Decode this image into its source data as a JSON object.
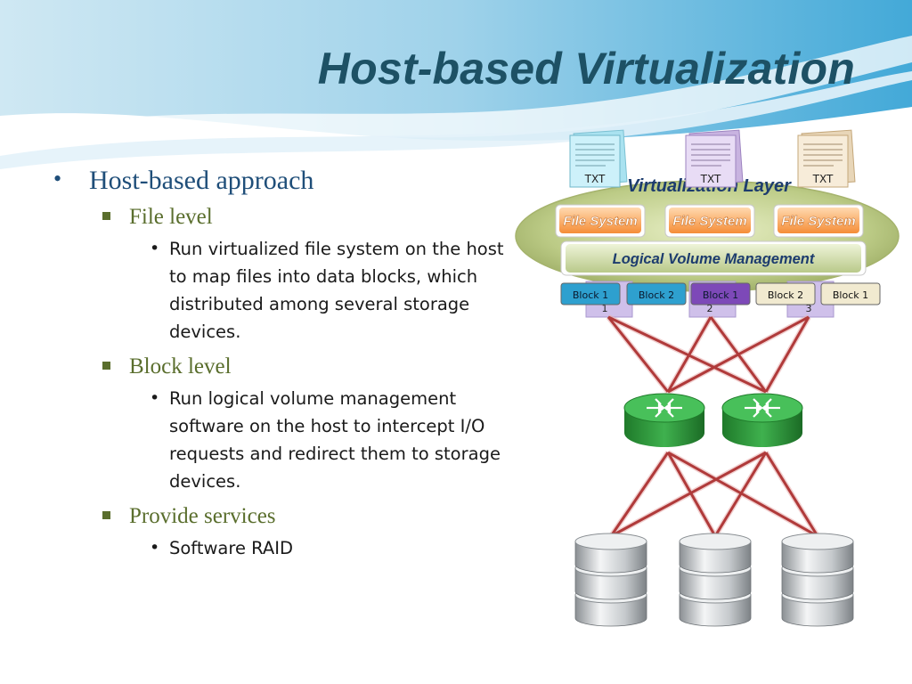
{
  "slide": {
    "title": "Host-based Virtualization"
  },
  "bullets": {
    "approach": "Host-based approach",
    "file_level": "File level",
    "file_level_desc": "Run virtualized file system on the host to map files into data blocks, which distributed among several storage devices.",
    "block_level": "Block level",
    "block_level_desc": "Run logical volume management software on the host to intercept I/O requests and redirect them to storage devices.",
    "services": "Provide services",
    "services_desc": "Software RAID"
  },
  "diagram": {
    "layer_label": "Virtualization Layer",
    "doc_label": "TXT",
    "fs": [
      "File System",
      "File System",
      "File System"
    ],
    "lvm": "Logical Volume Management",
    "blocks": [
      "Block 1",
      "Block 2",
      "Block 1",
      "Block 2",
      "Block 1"
    ],
    "block_colors": [
      "#2ea0cf",
      "#2ea0cf",
      "#7d49b8",
      "#f1ead0",
      "#f1ead0"
    ],
    "disk_numbers": [
      "1",
      "2",
      "3"
    ],
    "accent_colors": {
      "title": "#1d5165",
      "level2": "#5a6e2d",
      "router": "#2e9a3c",
      "link": "#b03a3a"
    }
  }
}
